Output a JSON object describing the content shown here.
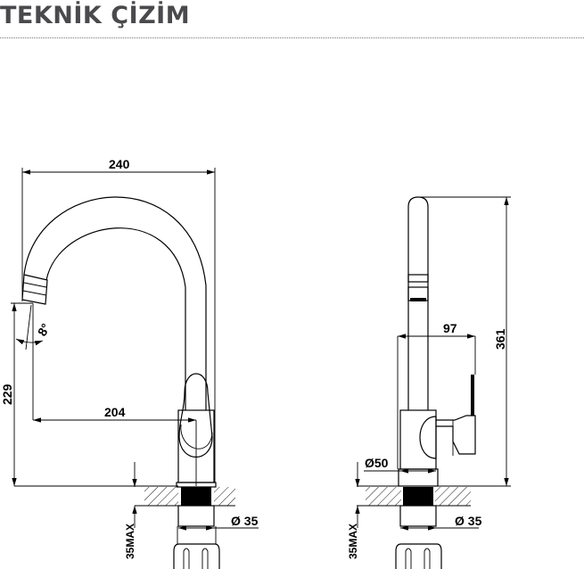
{
  "header": {
    "title": "TEKNİK ÇİZİM"
  },
  "front_view": {
    "dim_width": "240",
    "dim_height": "229",
    "dim_reach": "204",
    "dim_angle": "8°",
    "dim_counter": "35MAX",
    "dim_shank": "Ø 35"
  },
  "side_view": {
    "dim_height": "361",
    "dim_depth": "97",
    "dim_base": "Ø50",
    "dim_counter": "35MAX",
    "dim_shank": "Ø 35"
  }
}
